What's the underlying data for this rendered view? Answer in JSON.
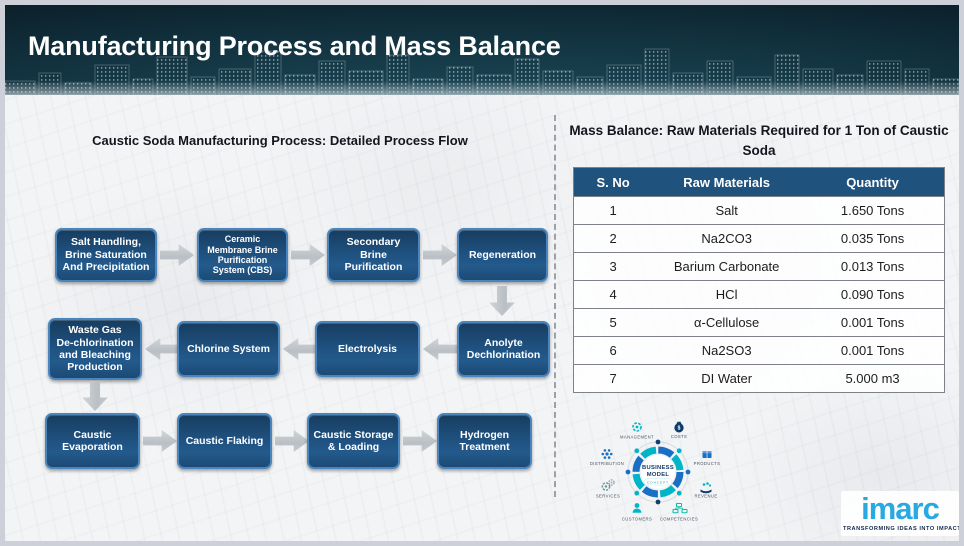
{
  "header": {
    "title": "Manufacturing Process and Mass Balance"
  },
  "process_flow": {
    "title": "Caustic Soda Manufacturing Process: Detailed Process Flow",
    "rows": [
      {
        "direction": "right",
        "boxes": [
          "Salt Handling, Brine Saturation And Precipitation",
          "Ceramic Membrane Brine Purification System (CBS)",
          "Secondary Brine Purification",
          "Regeneration"
        ]
      },
      {
        "direction": "left",
        "boxes": [
          "Waste Gas De‑chlorination and Bleaching Production",
          "Chlorine System",
          "Electrolysis",
          "Anolyte Dechlorination"
        ]
      },
      {
        "direction": "right",
        "boxes": [
          "Caustic Evaporation",
          "Caustic Flaking",
          "Caustic Storage & Loading",
          "Hydrogen Treatment"
        ]
      }
    ]
  },
  "mass_balance": {
    "title": "Mass Balance: Raw Materials Required for 1 Ton of Caustic Soda",
    "table": {
      "headers": [
        "S. No",
        "Raw Materials",
        "Quantity"
      ],
      "rows": [
        [
          "1",
          "Salt",
          "1.650 Tons"
        ],
        [
          "2",
          "Na2CO3",
          "0.035 Tons"
        ],
        [
          "3",
          "Barium Carbonate",
          "0.013 Tons"
        ],
        [
          "4",
          "HCl",
          "0.090 Tons"
        ],
        [
          "5",
          "α-Cellulose",
          "0.001 Tons"
        ],
        [
          "6",
          "Na2SO3",
          "0.001 Tons"
        ],
        [
          "7",
          "DI Water",
          "5.000 m3"
        ]
      ]
    }
  },
  "business_model": {
    "center": [
      "BUSINESS",
      "MODEL"
    ],
    "subtitle": "CONCEPT",
    "labels": [
      "MANAGEMENT",
      "COSTS",
      "DISTRIBUTION",
      "PRODUCTS",
      "SERVICES",
      "REVENUE",
      "CUSTOMERS",
      "COMPETENCIES"
    ]
  },
  "logo": {
    "wordmark": "imarc",
    "tagline": "TRANSFORMING IDEAS INTO IMPACT"
  },
  "colors": {
    "header_bg": "#0f2a36",
    "flow_box_blue": "#1f4e79",
    "flow_box_border": "#4a86bd",
    "table_header_blue": "#20527e",
    "arrow_gray": "#bfc5ca",
    "accent_teal": "#00b5c8",
    "accent_blue": "#1a6fc4",
    "imarc_blue": "#29a9e1"
  }
}
